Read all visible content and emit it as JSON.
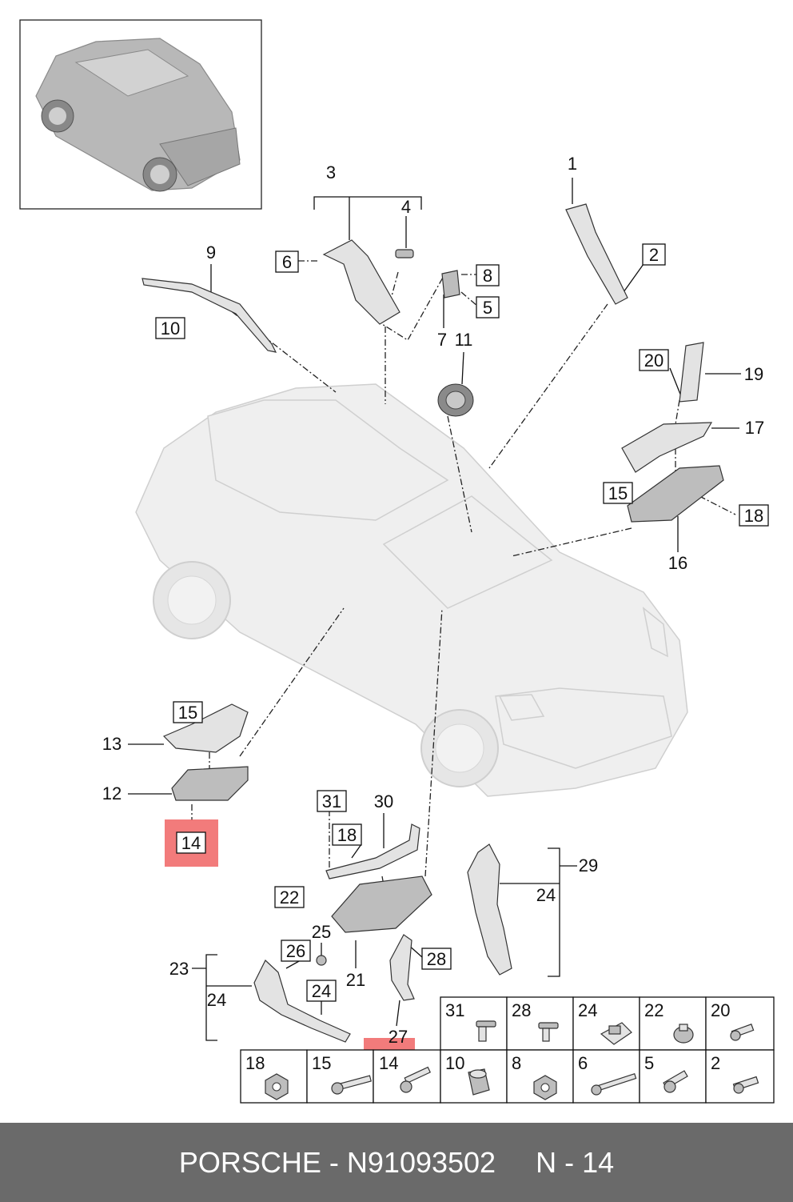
{
  "brand": "PORSCHE",
  "separator": " - ",
  "part_number": "N91093502",
  "ref_prefix": "N - ",
  "ref_number": "14",
  "highlight_color": "#ef5a5a",
  "footer_color": "#6a6a6a",
  "callouts": {
    "c1": "1",
    "c2": "2",
    "c3": "3",
    "c4": "4",
    "c5": "5",
    "c6": "6",
    "c7": "7",
    "c8": "8",
    "c9": "9",
    "c10": "10",
    "c11": "11",
    "c12": "12",
    "c13": "13",
    "c14a": "14",
    "c15a": "15",
    "c15b": "15",
    "c16": "16",
    "c17": "17",
    "c18a": "18",
    "c18b": "18",
    "c19": "19",
    "c20": "20",
    "c21": "21",
    "c22": "22",
    "c23": "23",
    "c24a": "24",
    "c24b": "24",
    "c24c": "24",
    "c25": "25",
    "c26": "26",
    "c27": "27",
    "c28": "28",
    "c29": "29",
    "c30": "30",
    "c31": "31"
  },
  "fastener_table": {
    "row1": [
      "31",
      "28",
      "24",
      "22",
      "20"
    ],
    "row2": [
      "18",
      "15",
      "14",
      "10",
      "8",
      "6",
      "5",
      "2"
    ]
  }
}
